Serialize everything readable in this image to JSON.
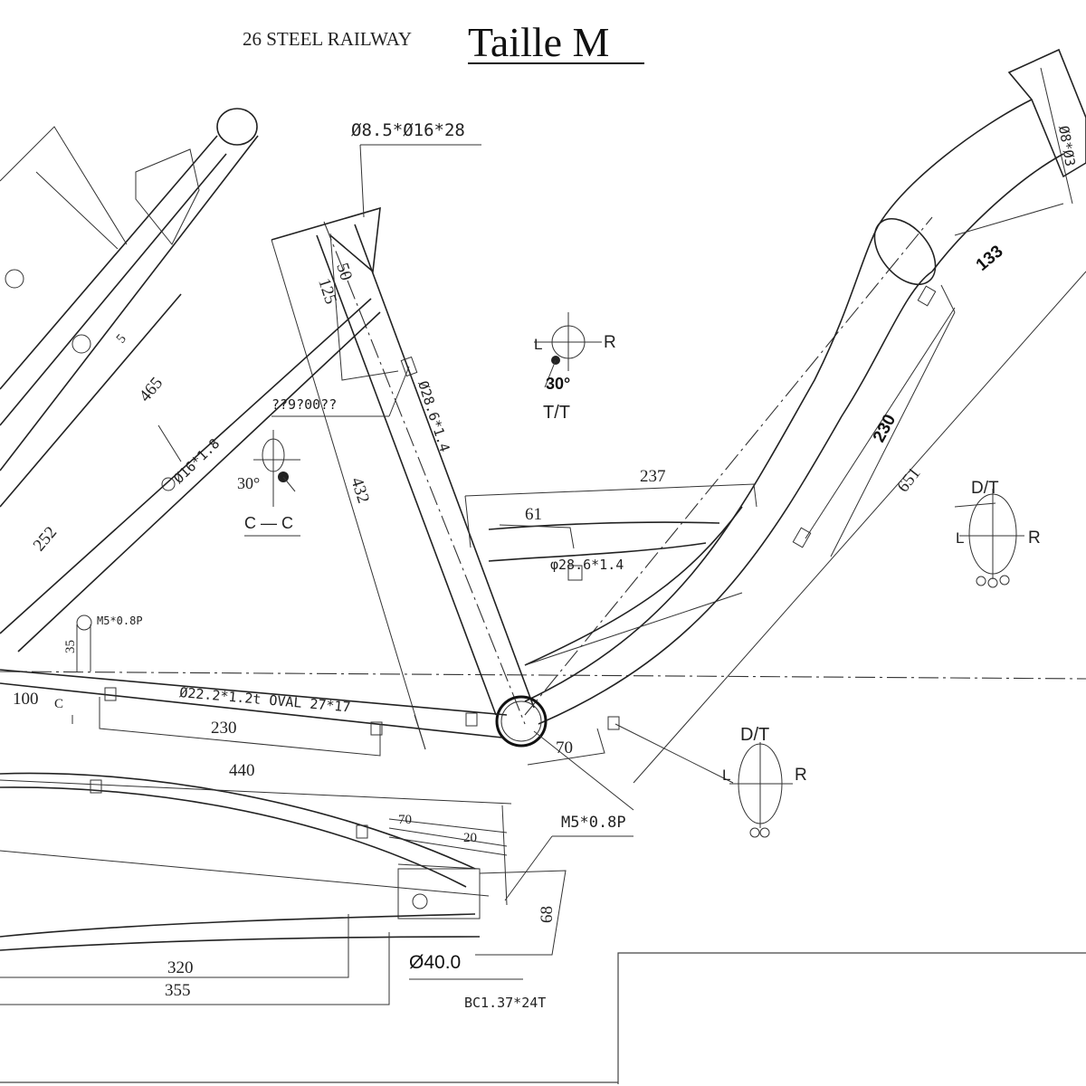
{
  "header": {
    "model": "26 STEEL RAILWAY",
    "size": "Taille M"
  },
  "dimensions": {
    "tube_spec_top": "Ø8.5*Ø16*28",
    "tube_spec_right": "Ø8*Ø3",
    "dim_50": "50",
    "dim_125": "125",
    "dim_465": "465",
    "dim_5": "5",
    "dim_252": "252",
    "dim_16": "Ø16*1.8",
    "unknown_label": "??9?00??",
    "dim_432": "432",
    "seat_tube": "Ø28.6*1.4",
    "dim_237": "237",
    "dim_61": "61",
    "down_tube": "φ28.6*1.4",
    "dim_133": "133",
    "dim_230_head": "230",
    "dim_651": "651",
    "thread_m5_small": "M5*0.8P",
    "dim_35": "35",
    "dim_100": "100",
    "letter_c": "C",
    "chainstay_spec": "Ø22.2*1.2t OVAL 27*17",
    "dim_230_stay": "230",
    "dim_70_bb": "70",
    "dim_440": "440",
    "dim_70_drop": "70",
    "dim_20": "20",
    "thread_m5": "M5*0.8P",
    "dim_68": "68",
    "dia_40": "Ø40.0",
    "dim_320": "320",
    "dim_355": "355",
    "bb_thread": "BC1.37*24T"
  },
  "symbols": {
    "view1": {
      "angle": "30°",
      "left": "L",
      "right": "R",
      "bottom": "T/T"
    },
    "view2": {
      "angle": "30°",
      "bottom": "C — C"
    },
    "view3": {
      "top": "D/T",
      "left": "L",
      "right": "R"
    },
    "view4": {
      "top": "D/T",
      "left": "L",
      "right": "R"
    }
  }
}
